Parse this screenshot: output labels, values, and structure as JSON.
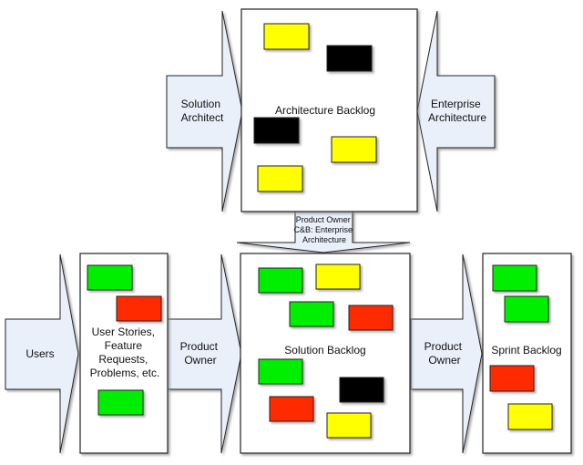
{
  "colors": {
    "arrow_fill": "#e9f0fa",
    "box_fill": "#ffffff",
    "outline": "#222222",
    "shadow": "#9a9a9a",
    "yellow": "#ffff00",
    "black": "#000000",
    "green": "#00ee00",
    "red": "#ff2a00"
  },
  "arrows": {
    "solution_architect": [
      "Solution",
      "Architect"
    ],
    "enterprise_architecture": [
      "Enterprise",
      "Architecture"
    ],
    "product_owner_down": [
      "Product Owner",
      "C&B: Enterprise",
      "Architecture"
    ],
    "users": [
      "Users"
    ],
    "product_owner_1": [
      "Product",
      "Owner"
    ],
    "product_owner_2": [
      "Product",
      "Owner"
    ]
  },
  "boxes": {
    "architecture_backlog": {
      "title": "Architecture Backlog",
      "cards": [
        "yellow",
        "black",
        "black",
        "yellow",
        "yellow"
      ]
    },
    "user_stories": {
      "title": [
        "User Stories,",
        "Feature",
        "Requests,",
        "Problems, etc."
      ],
      "cards": [
        "green",
        "red",
        "green"
      ]
    },
    "solution_backlog": {
      "title": "Solution Backlog",
      "cards": [
        "green",
        "yellow",
        "green",
        "red",
        "green",
        "black",
        "red",
        "yellow"
      ]
    },
    "sprint_backlog": {
      "title": "Sprint Backlog",
      "cards": [
        "green",
        "green",
        "red",
        "yellow"
      ]
    }
  }
}
